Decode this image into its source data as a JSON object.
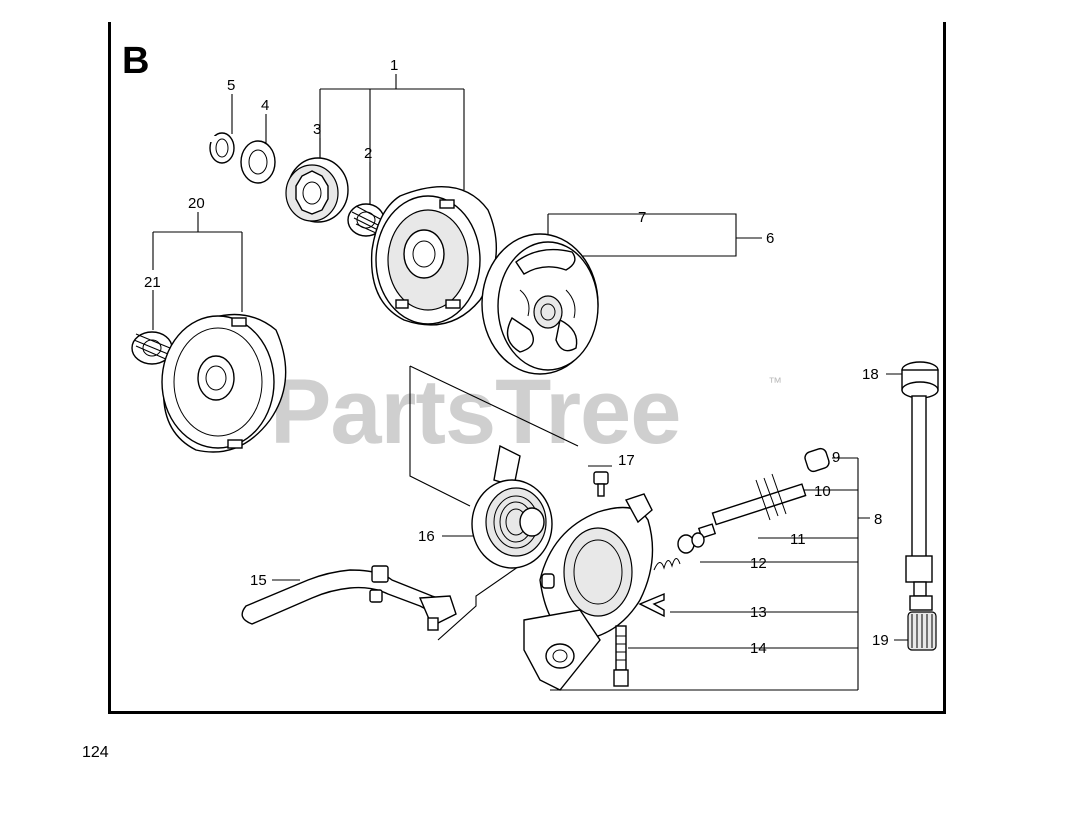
{
  "diagram": {
    "section_letter": "B",
    "page_number": "124",
    "watermark": "PartsTree",
    "watermark_mark": "™",
    "callouts": [
      "1",
      "2",
      "3",
      "4",
      "5",
      "6",
      "7",
      "8",
      "9",
      "10",
      "11",
      "12",
      "13",
      "14",
      "15",
      "16",
      "17",
      "18",
      "19",
      "20",
      "21"
    ]
  }
}
